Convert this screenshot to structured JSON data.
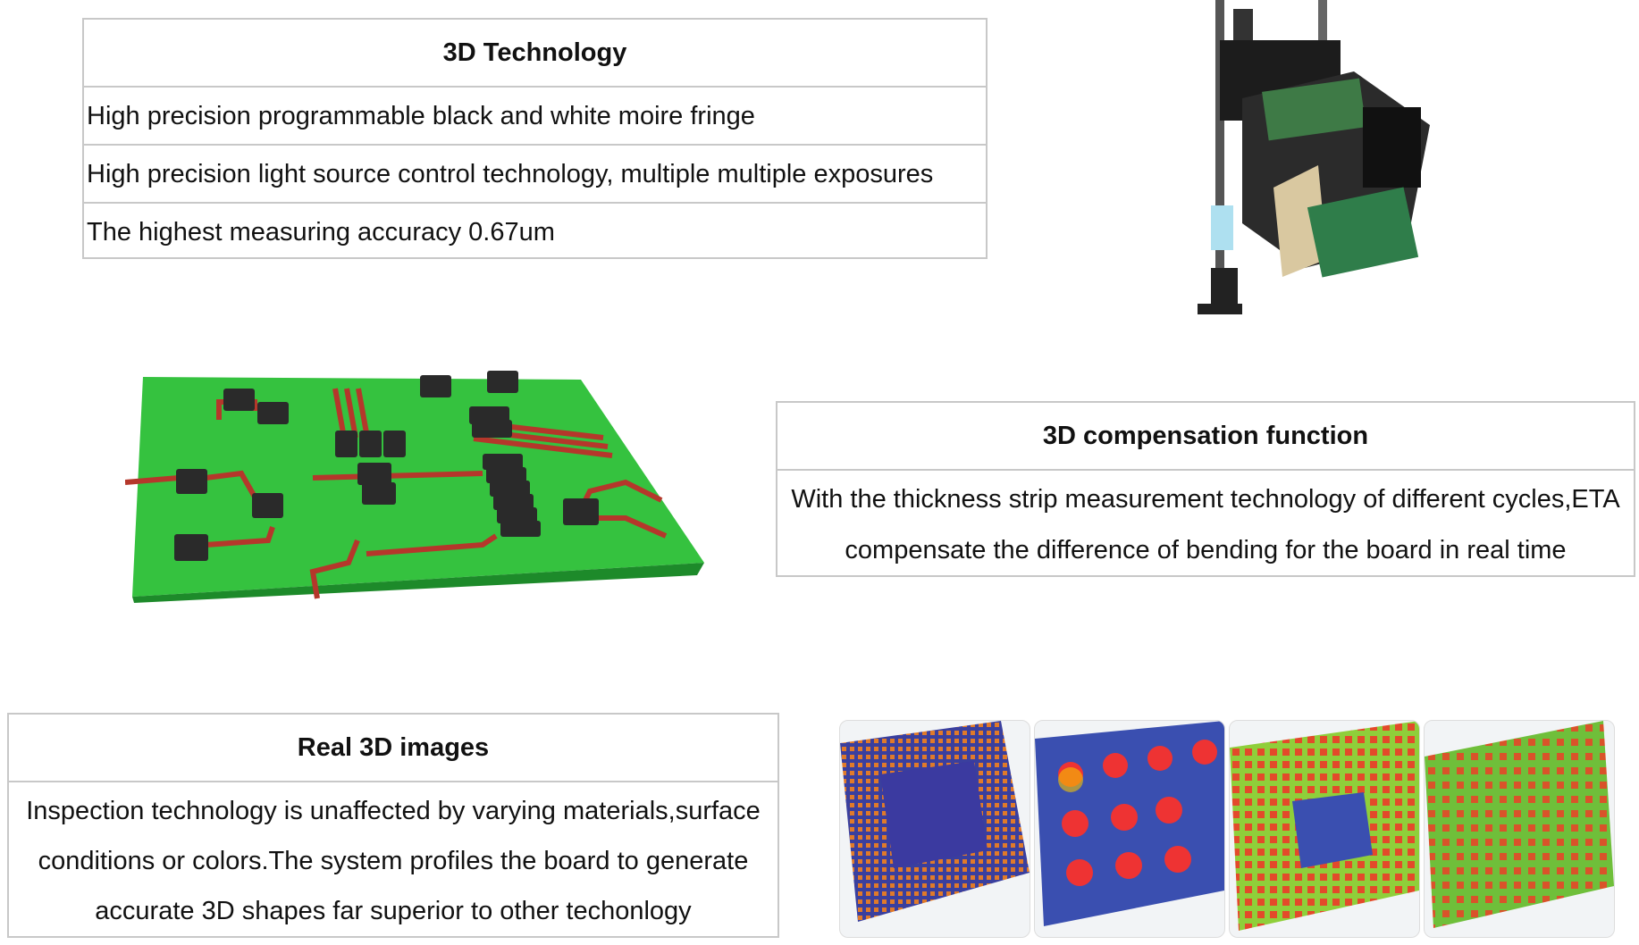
{
  "sections": {
    "tech": {
      "title": "3D Technology",
      "rows": [
        "High precision programmable black and white moire fringe",
        "High precision light source control technology, multiple multiple exposures",
        "The highest measuring accuracy 0.67um"
      ]
    },
    "compensation": {
      "title": "3D compensation function",
      "lines": [
        "With the thickness strip measurement technology of different cycles,ETA",
        "compensate the difference of bending for the board in real time"
      ]
    },
    "real3d": {
      "title": "Real 3D images",
      "lines": [
        "Inspection technology is unaffected by varying materials,surface",
        "conditions or colors.The system profiles the board to generate",
        "accurate 3D shapes far superior to other techonlogy"
      ]
    }
  },
  "images": {
    "camera": "3d-camera-head-photo",
    "pcb": "green-pcb-board-render",
    "scans": [
      "bga-pad-3d-scan",
      "solder-bump-3d-scan",
      "component-board-3d-scan",
      "pad-array-3d-scan"
    ]
  },
  "colors": {
    "pcb_green": "#35c23f",
    "trace_red": "#b5372b",
    "chip_black": "#2a2a2a",
    "border": "#c8c8c8"
  }
}
